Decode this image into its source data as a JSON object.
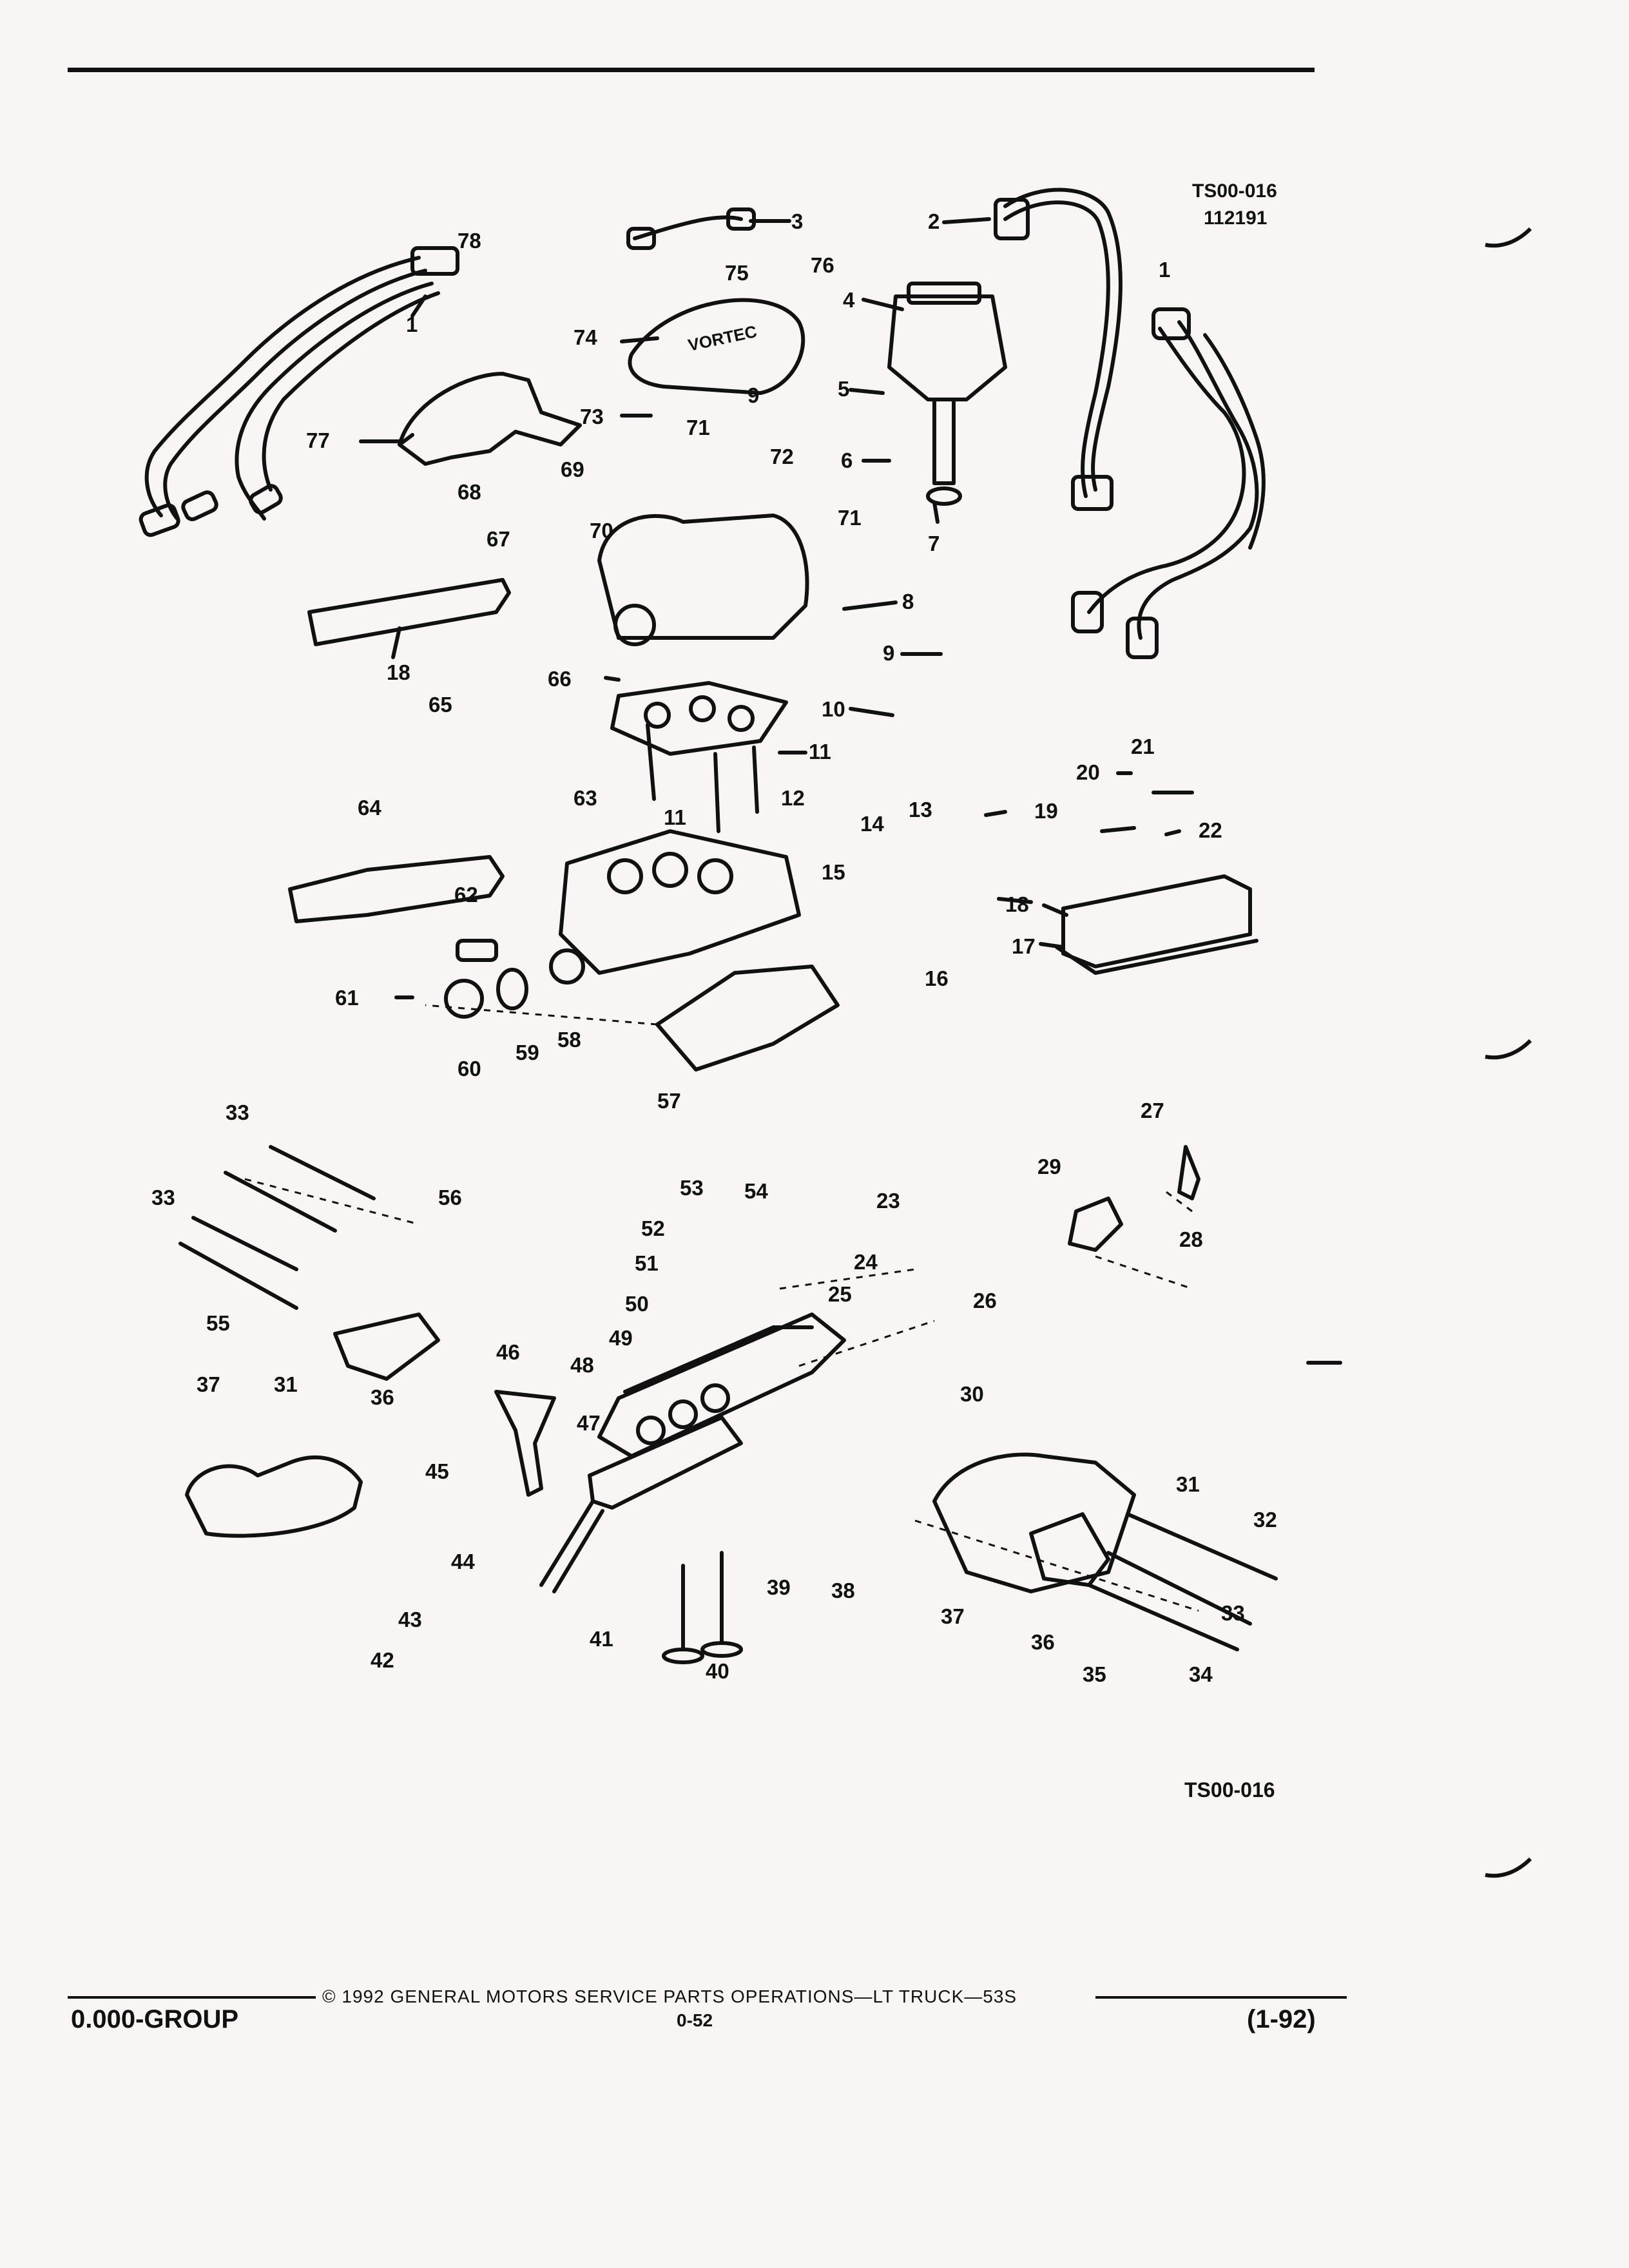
{
  "header": {
    "code": "TS00-016",
    "date_code": "112191"
  },
  "diagram": {
    "callouts": [
      "1",
      "2",
      "3",
      "4",
      "5",
      "6",
      "7",
      "8",
      "9",
      "10",
      "11",
      "12",
      "13",
      "14",
      "15",
      "16",
      "17",
      "18",
      "19",
      "20",
      "21",
      "22",
      "23",
      "24",
      "25",
      "26",
      "27",
      "28",
      "29",
      "30",
      "31",
      "32",
      "33",
      "34",
      "35",
      "36",
      "37",
      "38",
      "39",
      "40",
      "41",
      "42",
      "43",
      "44",
      "45",
      "46",
      "47",
      "48",
      "49",
      "50",
      "51",
      "52",
      "53",
      "54",
      "55",
      "56",
      "57",
      "58",
      "59",
      "60",
      "61",
      "62",
      "63",
      "64",
      "65",
      "66",
      "67",
      "68",
      "69",
      "70",
      "71",
      "72",
      "73",
      "74",
      "75",
      "76",
      "77",
      "78"
    ],
    "valve_cover_text": "VORTEC",
    "footer_code": "TS00-016"
  },
  "footer": {
    "copyright": "© 1992 GENERAL MOTORS SERVICE PARTS OPERATIONS—LT TRUCK—53S",
    "group": "0.000-GROUP",
    "page": "0-52",
    "date": "(1-92)"
  }
}
